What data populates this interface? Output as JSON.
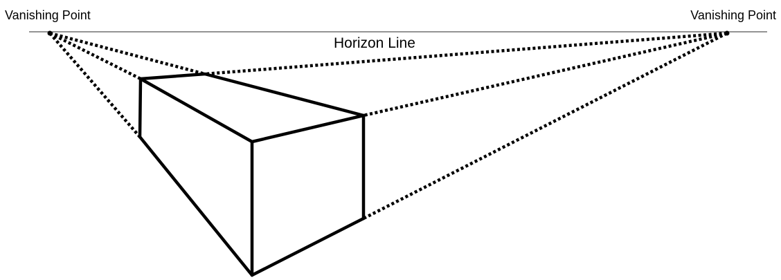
{
  "labels": {
    "left_vanishing_point": "Vanishing Point",
    "right_vanishing_point": "Vanishing Point",
    "horizon_line": "Horizon Line"
  },
  "colors": {
    "lines": "#000000",
    "horizon": "#555555",
    "background": "#ffffff"
  }
}
